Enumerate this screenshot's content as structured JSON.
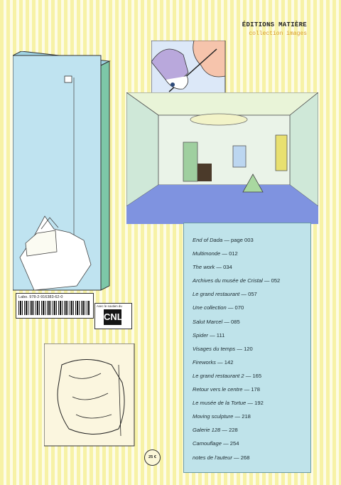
{
  "publisher": {
    "name": "ÉDITIONS MATIÈRE",
    "collection": "collection images"
  },
  "toc": [
    {
      "title": "End of Dada",
      "page": "— page 003"
    },
    {
      "title": "Multimonde",
      "page": "— 012"
    },
    {
      "title": "The work",
      "page": "— 034"
    },
    {
      "title": "Archives du musée de Cristal",
      "page": "— 052"
    },
    {
      "title": "Le grand restaurant",
      "page": "— 057"
    },
    {
      "title": "Une collection",
      "page": "— 070"
    },
    {
      "title": "Salut Marcel",
      "page": "— 085"
    },
    {
      "title": "Spider",
      "page": "— 111"
    },
    {
      "title": "Visages du temps",
      "page": "— 120"
    },
    {
      "title": "Fireworks",
      "page": "— 142"
    },
    {
      "title": "Le grand restaurant 2",
      "page": "— 165"
    },
    {
      "title": "Retour vers le centre",
      "page": "— 178"
    },
    {
      "title": "Le musée de la Tortue",
      "page": "— 192"
    },
    {
      "title": "Moving sculpture",
      "page": "— 218"
    },
    {
      "title": "Galerie 128",
      "page": "— 228"
    },
    {
      "title": "Camouflage",
      "page": "— 254"
    },
    {
      "title": "notes de l'auteur",
      "page": "— 268"
    }
  ],
  "isbn": "Labo. 978-2-916383-62-0",
  "support": {
    "text": "Avec le soutien du",
    "logo": "CNL"
  },
  "price": "25 €",
  "colors": {
    "background": "#f7f2a6",
    "panel": "#bfe3ea",
    "floor": "#7f93e0"
  }
}
